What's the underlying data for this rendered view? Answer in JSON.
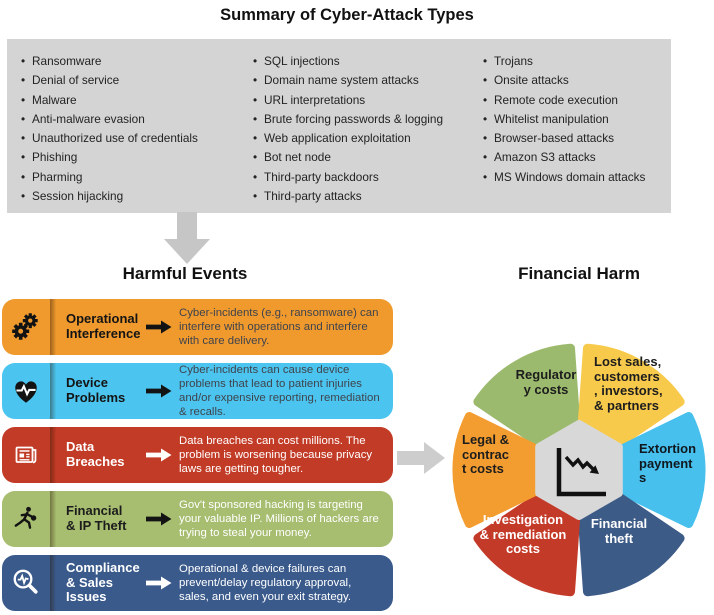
{
  "page_title": "Summary of Cyber-Attack Types",
  "attack_box": {
    "columns": [
      {
        "items": [
          "Ransomware",
          "Denial of service",
          "Malware",
          "Anti-malware evasion",
          "Unauthorized use of credentials",
          "Phishing",
          "Pharming",
          "Session hijacking"
        ]
      },
      {
        "items": [
          "SQL injections",
          "Domain name system attacks",
          "URL interpretations",
          "Brute forcing passwords & logging",
          "Web application exploitation",
          "Bot net node",
          "Third-party backdoors",
          "Third-party attacks"
        ]
      },
      {
        "items": [
          "Trojans",
          "Onsite attacks",
          "Remote code execution",
          "Whitelist manipulation",
          "Browser-based attacks",
          "Amazon S3 attacks",
          "MS Windows domain attacks"
        ]
      }
    ]
  },
  "harmful_events": {
    "heading": "Harmful Events",
    "rows": [
      {
        "icon": "gears-icon",
        "title": "Operational\nInterference",
        "description": "Cyber-incidents (e.g., ransomware) can interfere with operations and interfere with care delivery.",
        "color": "#F09A2E"
      },
      {
        "icon": "heart-pulse-icon",
        "title": "Device\nProblems",
        "description": "Cyber-incidents can cause device problems that lead to patient injuries and/or expensive reporting, remediation & recalls.",
        "color": "#4BC5F0"
      },
      {
        "icon": "newspaper-icon",
        "title": "Data\nBreaches",
        "description": "Data breaches can cost millions. The problem is worsening because privacy laws are getting tougher.",
        "color": "#C23B26"
      },
      {
        "icon": "runner-icon",
        "title": "Financial\n& IP Theft",
        "description": "Gov't sponsored hacking is targeting your valuable IP. Millions of hackers are trying to steal your money.",
        "color": "#A7BD70"
      },
      {
        "icon": "magnifier-pulse-icon",
        "title": "Compliance\n& Sales\nIssues",
        "description": "Operational & device failures can prevent/delay regulatory approval, sales, and even your exit strategy.",
        "color": "#3A5A8C"
      }
    ]
  },
  "financial_harm": {
    "heading": "Financial Harm",
    "center_icon": "declining-chart-icon",
    "segments": [
      {
        "label": "Regulator\ny costs",
        "color": "#9CBA6E"
      },
      {
        "label": "Lost sales,\ncustomers\n, investors,\n& partners",
        "color": "#F8CA4C"
      },
      {
        "label": "Extortion\npayment\ns",
        "color": "#47C0ED"
      },
      {
        "label": "Financial\ntheft",
        "color": "#3D5B87"
      },
      {
        "label": "Investigation\n& remediation\ncosts",
        "color": "#C43A28"
      },
      {
        "label": "Legal &\ncontrac\nt costs",
        "color": "#F39C2F"
      }
    ]
  },
  "colors": {
    "panel_gray": "#D4D4D4",
    "arrow_gray": "#C6C6C6",
    "hexagon_gray": "#D8D8D8"
  }
}
